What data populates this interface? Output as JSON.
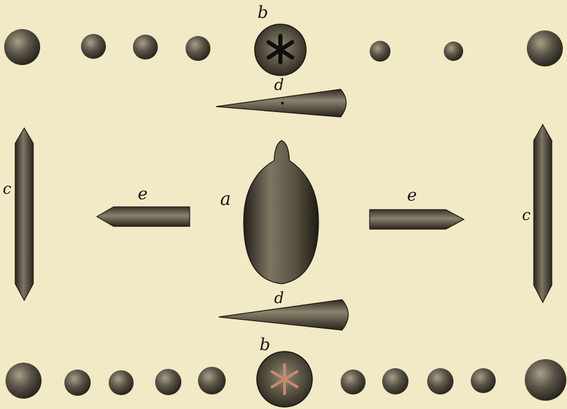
{
  "figure": {
    "background": "#f2e9c6",
    "ink": "#1a1510",
    "labels": {
      "a": "a",
      "b_top": "b",
      "b_bottom": "b",
      "c_left": "c",
      "c_right": "c",
      "d_top": "d",
      "d_bottom": "d",
      "e_left": "e",
      "e_right": "e"
    }
  }
}
